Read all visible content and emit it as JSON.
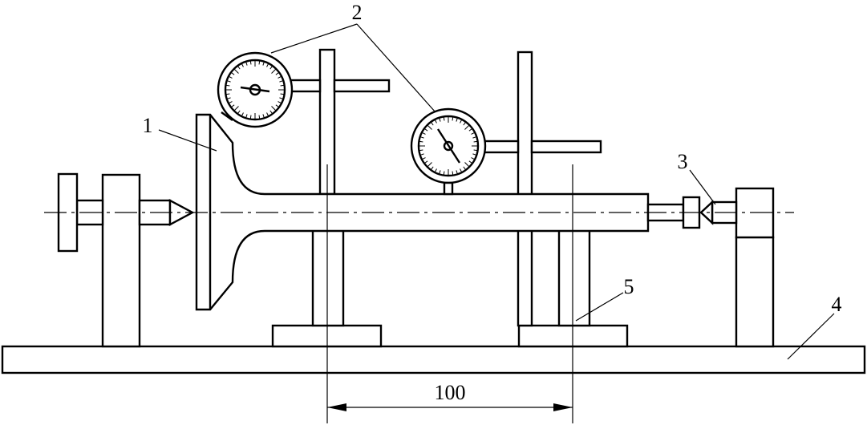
{
  "labels": {
    "part_1": "1",
    "part_2": "2",
    "part_3": "3",
    "part_4": "4",
    "part_5": "5"
  },
  "dimension": "100"
}
